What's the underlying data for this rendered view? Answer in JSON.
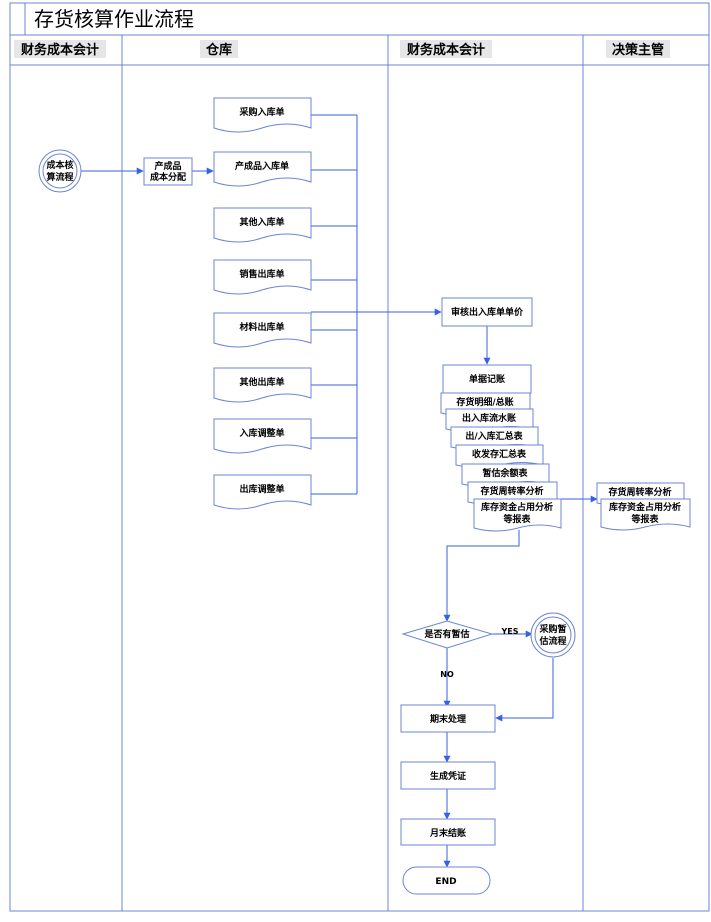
{
  "title": "存货核算作业流程",
  "lanes": [
    "财务成本会计",
    "仓库",
    "财务成本会计",
    "决策主管"
  ],
  "nodes": {
    "start_cost": [
      "成本核",
      "算流程"
    ],
    "cost_alloc": [
      "产成品",
      "成本分配"
    ],
    "doc_purchase_in": "采购入库单",
    "doc_product_in": "产成品入库单",
    "doc_other_in": "其他入库单",
    "doc_sales_out": "销售出库单",
    "doc_material_out": "材料出库单",
    "doc_other_out": "其他出库单",
    "doc_in_adjust": "入库调整单",
    "doc_out_adjust": "出库调整单",
    "audit_price": "审核出入库单单价",
    "record_docs": "单据记账",
    "reports": [
      "存货明细/总账",
      "出入库流水账",
      "出/入库汇总表",
      "收发存汇总表",
      "暂估余额表",
      "存货周转率分析",
      "库存资金占用分析",
      "等报表"
    ],
    "mgmt_reports": [
      "存货周转率分析",
      "库存资金占用分析",
      "等报表"
    ],
    "decision_estimate": "是否有暂估",
    "purchase_estimate": [
      "采购暂",
      "估流程"
    ],
    "month_end_process": "期末处理",
    "generate_voucher": "生成凭证",
    "month_close": "月末结账",
    "end": "END"
  },
  "edge_labels": {
    "yes": "YES",
    "no": "NO"
  },
  "colors": {
    "line": "#3a62e0",
    "border": "#6c84d4",
    "fill": "#ffffff",
    "text": "#000000"
  }
}
